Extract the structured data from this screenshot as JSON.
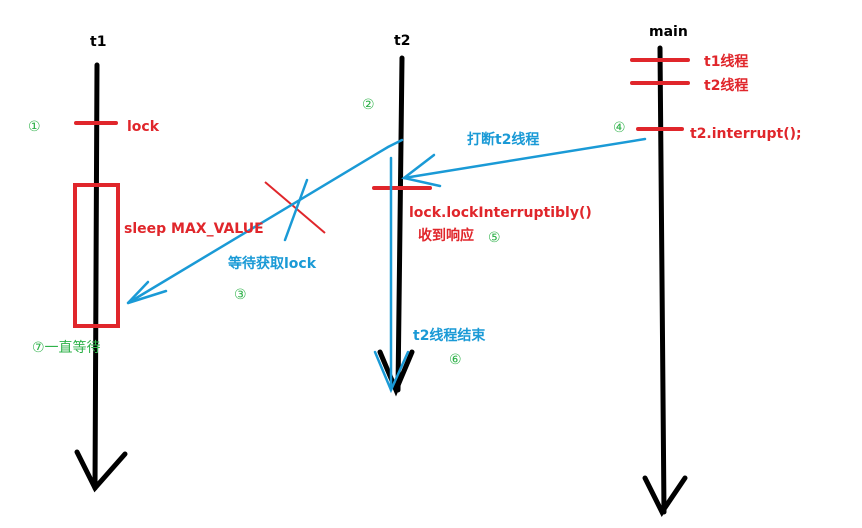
{
  "colors": {
    "thread_line": "#000000",
    "red": "#e0262b",
    "blue": "#1a9ad6",
    "green": "#2fb24a"
  },
  "threads": {
    "t1": "t1",
    "t2": "t2",
    "main": "main"
  },
  "main_labels": {
    "t1_thread": "t1线程",
    "t2_thread": "t2线程",
    "interrupt_call": "t2.interrupt();"
  },
  "t1_labels": {
    "lock": "lock",
    "sleep": "sleep MAX_VALUE",
    "wait_forever": "⑦一直等待"
  },
  "t2_labels": {
    "lock_interruptibly": "lock.lockInterruptibly()",
    "response": "收到响应",
    "interrupt_arrow": "打断t2线程",
    "waiting_lock": "等待获取lock",
    "t2_end": "t2线程结束"
  },
  "steps": {
    "s1": "①",
    "s2": "②",
    "s3": "③",
    "s4": "④",
    "s5": "⑤",
    "s6": "⑥"
  }
}
